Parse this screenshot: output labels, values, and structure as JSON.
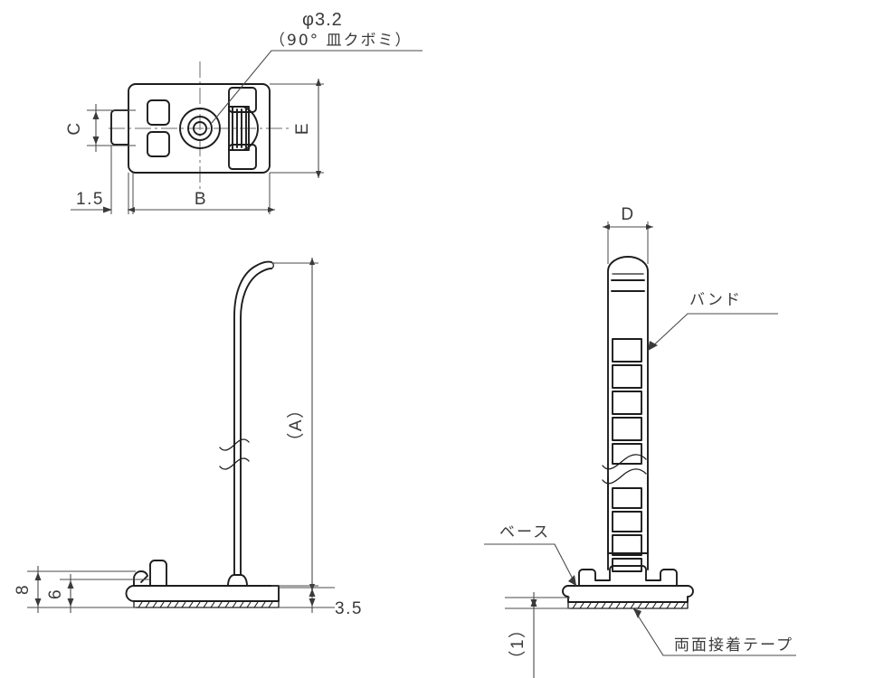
{
  "drawing": {
    "title": "Cable Tie Mount Technical Drawing",
    "background_color": "#ffffff",
    "line_color": "#1d1d1d",
    "dimension_color": "#4a4a4a",
    "text_color": "#3a3a3a"
  },
  "top_view": {
    "hole_note_line1": "φ3.2",
    "hole_note_line2": "（90° 皿クボミ）",
    "dim_c": "C",
    "dim_b": "B",
    "dim_e": "E",
    "dim_1_5": "1.5"
  },
  "side_view": {
    "dim_a": "（A）",
    "dim_3_5": "3.5",
    "dim_8": "8",
    "dim_6": "6"
  },
  "front_view": {
    "dim_d": "D",
    "label_band": "バンド",
    "label_base": "ベース",
    "label_tape": "両面接着テープ",
    "dim_1": "（1）"
  }
}
